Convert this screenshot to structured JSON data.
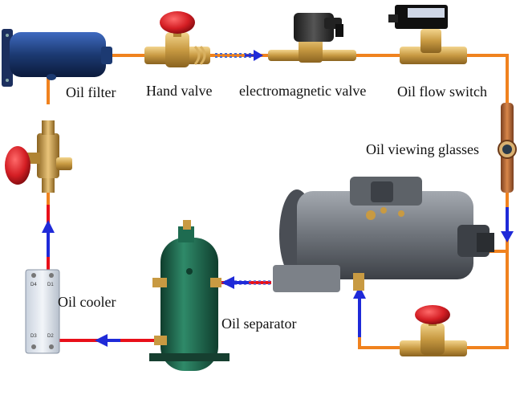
{
  "labels": {
    "oil_filter": "Oil filter",
    "hand_valve": "Hand valve",
    "electromagnetic_valve": "electromagnetic valve",
    "oil_flow_switch": "Oil flow switch",
    "oil_viewing_glasses": "Oil viewing glasses",
    "oil_cooler": "Oil cooler",
    "oil_separator": "Oil separator"
  },
  "cooler_ports": [
    "D4",
    "D1",
    "D3",
    "D2"
  ],
  "colors": {
    "pipe": "#f0821e",
    "hot_line": "#e8101a",
    "flow_arrow": "#1f2ad8",
    "valve_handle": "#d41e24",
    "brass": "#c89a42",
    "separator_body": "#1e6b50",
    "compressor_body": "#6e737a",
    "filter_body": "#1c3a72"
  }
}
